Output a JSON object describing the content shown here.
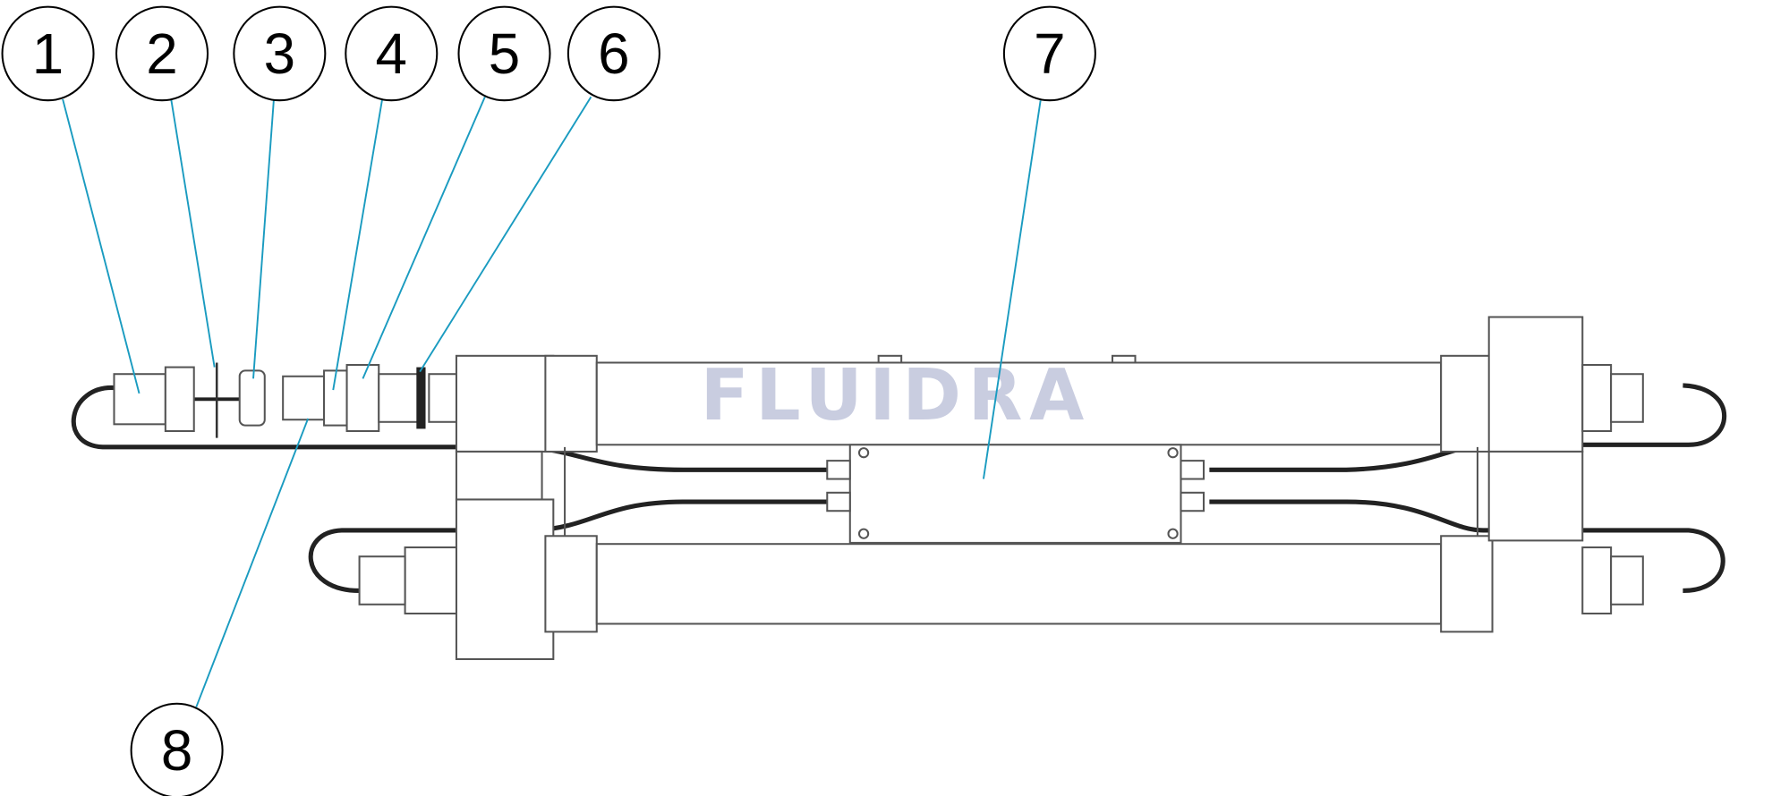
{
  "diagram": {
    "watermark": "FLUIDRA",
    "leader_color": "#1a9bc0",
    "callouts": [
      {
        "id": "callout-1",
        "label": "1"
      },
      {
        "id": "callout-2",
        "label": "2"
      },
      {
        "id": "callout-3",
        "label": "3"
      },
      {
        "id": "callout-4",
        "label": "4"
      },
      {
        "id": "callout-5",
        "label": "5"
      },
      {
        "id": "callout-6",
        "label": "6"
      },
      {
        "id": "callout-7",
        "label": "7"
      },
      {
        "id": "callout-8",
        "label": "8"
      }
    ]
  }
}
